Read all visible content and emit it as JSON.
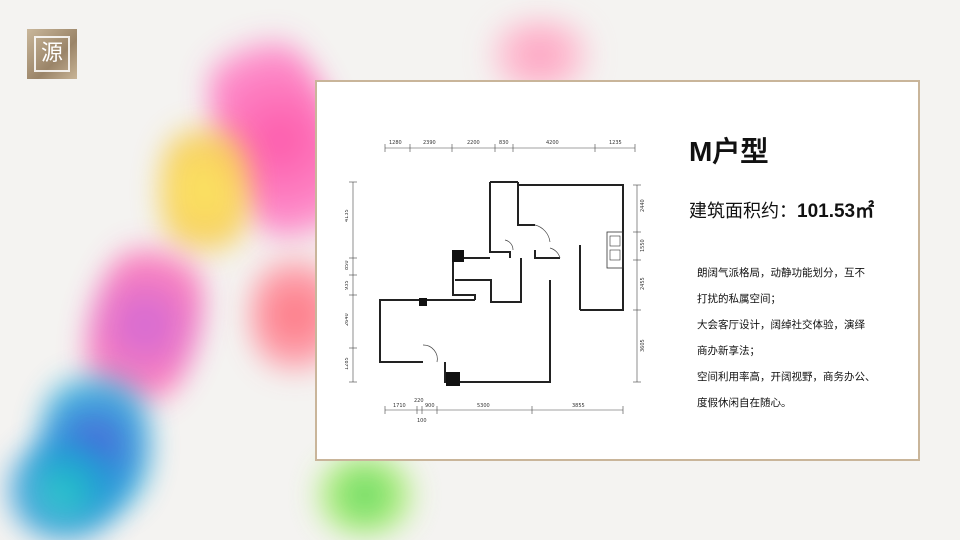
{
  "page": {
    "background": "#f4f3f1",
    "accent": "#c9b59a"
  },
  "logo": {
    "glyph": "源"
  },
  "card": {
    "title": "M户型",
    "area_label": "建筑面积约：",
    "area_value": "101.53㎡",
    "description_lines": [
      "朗阔气派格局，动静功能划分，互不",
      "打扰的私属空间；",
      "大会客厅设计，阔绰社交体验，演绎",
      "商办新享法；",
      "空间利用率高，开阔视野，商务办公、",
      "度假休闲自在随心。"
    ]
  },
  "floorplan": {
    "top_dims": [
      "1280",
      "2390",
      "2200",
      "830",
      "4200",
      "1235"
    ],
    "bottom_dims": [
      "1710",
      "220",
      "900",
      "5300",
      "3855"
    ],
    "bottom_sub_dim": "100",
    "left_dims": [
      "4135",
      "850",
      "935",
      "2640",
      "1285"
    ],
    "right_dims": [
      "2440",
      "1550",
      "2455",
      "3605"
    ]
  }
}
